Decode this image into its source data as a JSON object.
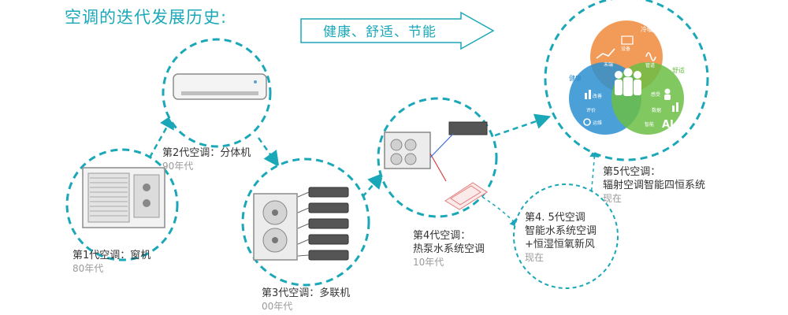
{
  "title": "空调的迭代发展历史:",
  "banner": "健康、舒适、节能",
  "generations": [
    {
      "name": "第1代空调：窗机",
      "era": "80年代"
    },
    {
      "name": "第2代空调：分体机",
      "era": "90年代"
    },
    {
      "name": "第3代空调：多联机",
      "era": "00年代"
    },
    {
      "name": "第4代空调：",
      "name2": "热泵水系统空调",
      "era": "10年代"
    },
    {
      "name": "第4. 5代空调",
      "name2": "智能水系统空调",
      "name3": "+恒湿恒氧新风",
      "era": "现在"
    },
    {
      "name": "第5代空调：",
      "name2": "辐射空调智能四恒系统",
      "era": "现在"
    }
  ],
  "venn": {
    "top_label": "冷暖",
    "left_label": "健康",
    "right_label": "舒适",
    "items": [
      "设备",
      "末端",
      "管道",
      "改善",
      "感受",
      "评价",
      "数据",
      "运维",
      "智能"
    ],
    "ai": "AI"
  },
  "colors": {
    "accent": "#1aa8b8",
    "orange": "#f08a3c",
    "blue": "#2c8fd0",
    "green": "#6cbe45"
  }
}
